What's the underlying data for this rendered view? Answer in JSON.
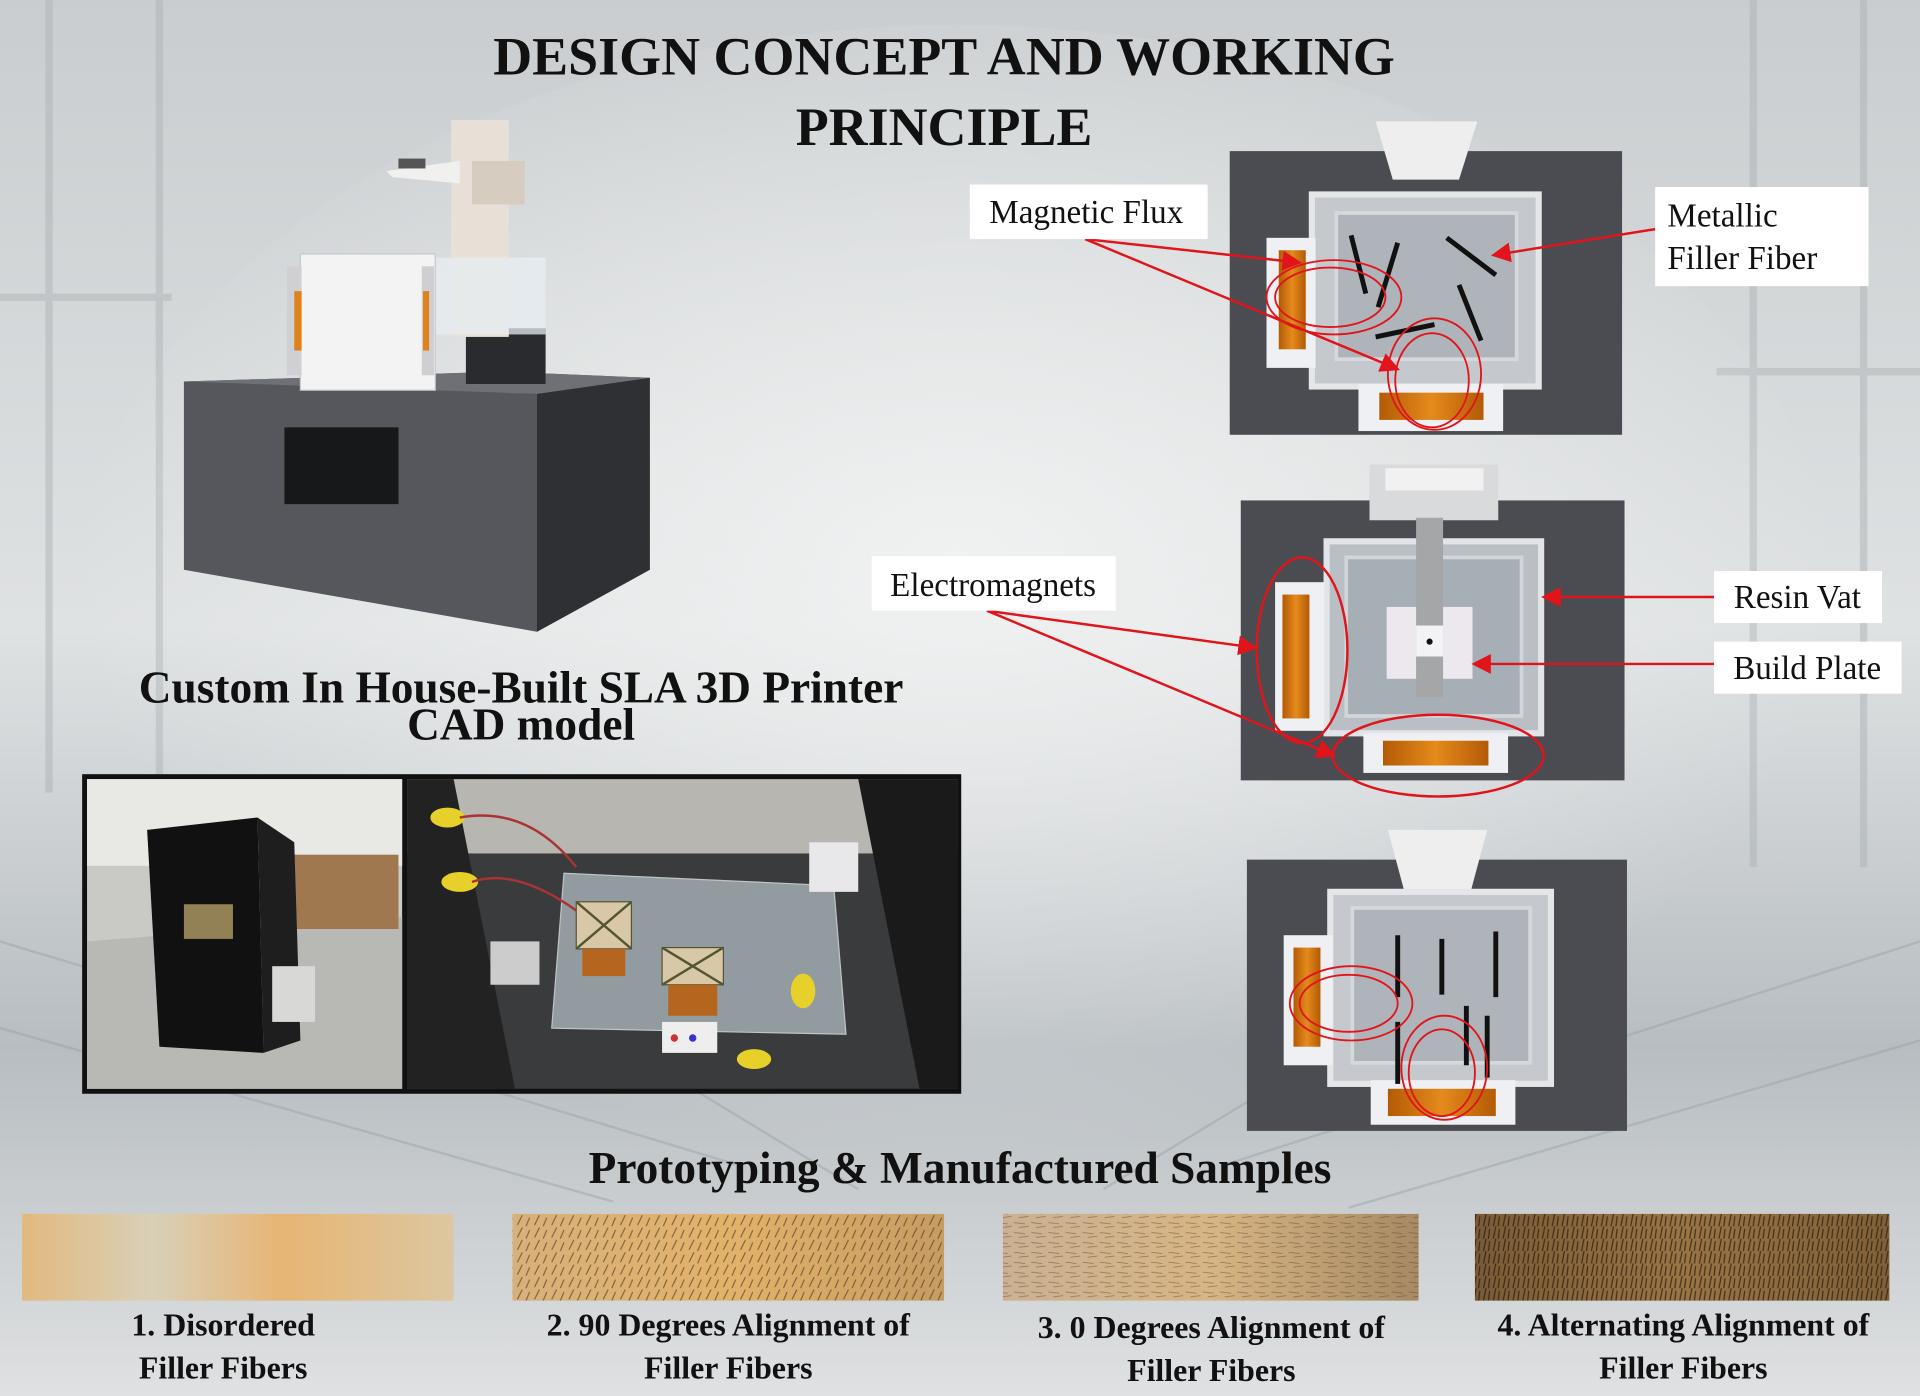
{
  "title": {
    "line1": "DESIGN CONCEPT AND WORKING",
    "line2": "PRINCIPLE"
  },
  "cad": {
    "caption_line1": "Custom In House-Built SLA 3D Printer",
    "caption_line2": "CAD model"
  },
  "diagram_labels": {
    "magnetic_flux": "Magnetic Flux",
    "metallic_filler_fiber_line1": "Metallic",
    "metallic_filler_fiber_line2": "Filler Fiber",
    "electromagnets": "Electromagnets",
    "resin_vat": "Resin Vat",
    "build_plate": "Build Plate"
  },
  "samples": {
    "heading": "Prototyping & Manufactured Samples",
    "items": [
      {
        "line1": "1. Disordered",
        "line2": "Filler Fibers"
      },
      {
        "line1": "2. 90 Degrees Alignment of",
        "line2": "Filler Fibers"
      },
      {
        "line1": "3. 0 Degrees Alignment of",
        "line2": "Filler Fibers"
      },
      {
        "line1": "4. Alternating Alignment of",
        "line2": "Filler Fibers"
      }
    ]
  },
  "colors": {
    "annotation": "#e0141a",
    "coil": "#d9730d",
    "panel": "#4a4c52"
  }
}
